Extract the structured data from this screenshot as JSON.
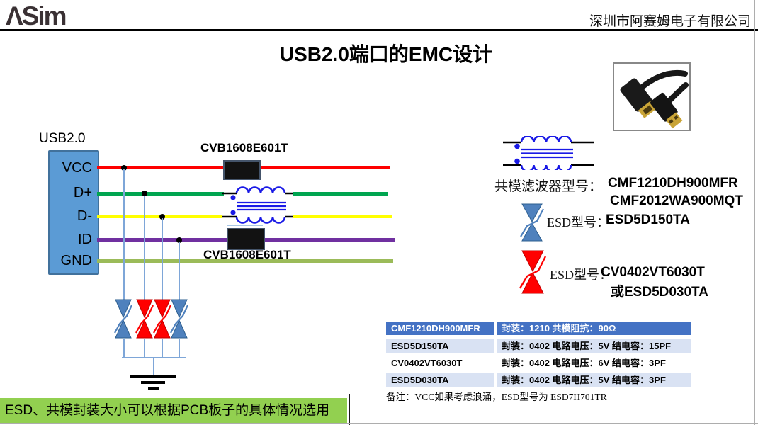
{
  "header": {
    "logo": "ΛSim",
    "company": "深圳市阿赛姆电子有限公司"
  },
  "title": "USB2.0端口的EMC设计",
  "schematic": {
    "connector_label": "USB2.0",
    "pins": [
      "VCC",
      "D+",
      "D-",
      "ID",
      "GND"
    ],
    "bead_top_label": "CVB1608E601T",
    "bead_bottom_label": "CVB1608E601T",
    "wire_colors": {
      "vcc": "#fe0000",
      "dplus": "#00a550",
      "dminus": "#ffff00",
      "id": "#7030a0",
      "gnd": "#9bbb59"
    }
  },
  "right_panel": {
    "cmf_label": "共模滤波器型号：",
    "cmf_models": [
      "CMF1210DH900MFR",
      "CMF2012WA900MQT"
    ],
    "esd_blue_label": "ESD型号：",
    "esd_blue_model": "ESD5D150TA",
    "esd_red_label": "ESD型号：",
    "esd_red_model": "CV0402VT6030T",
    "esd_red_model_alt": "或ESD5D030TA"
  },
  "table": {
    "rows": [
      {
        "part": "CMF1210DH900MFR",
        "spec": "封装：1210 共模阻抗：90Ω"
      },
      {
        "part": "ESD5D150TA",
        "spec": "封装：0402 电路电压：5V 结电容：15PF"
      },
      {
        "part": "CV0402VT6030T",
        "spec": "封装：0402 电路电压：6V 结电容：3PF"
      },
      {
        "part": "ESD5D030TA",
        "spec": "封装：0402 电路电压：5V 结电容：3PF"
      }
    ],
    "note": "备注：VCC如果考虑浪涌，ESD型号为 ESD7H701TR"
  },
  "banner": {
    "text": "ESD、共模封装大小可以根据PCB板子的具体情况选用"
  },
  "colors": {
    "connector_fill": "#5b9bd5",
    "connector_border": "#41719c",
    "coil_blue": "#1a1ae6",
    "esd_blue": "#4f81bd",
    "esd_red": "#ff0000",
    "table_header": "#4472c4",
    "table_band": "#d9e2f3",
    "banner_green": "#92d050"
  }
}
